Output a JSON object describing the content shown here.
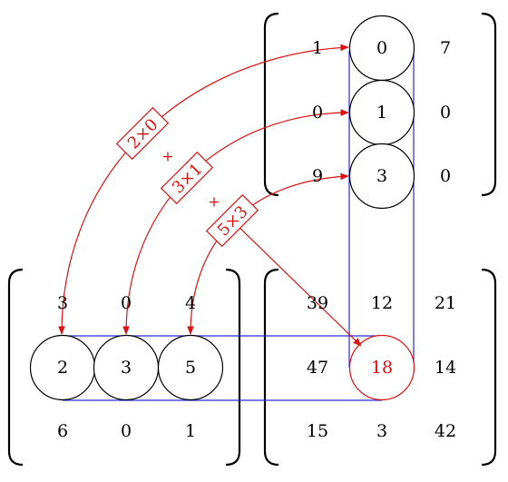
{
  "colors": {
    "highlight": "#dd1111",
    "band": "#2a2ad6",
    "ink": "#000000"
  },
  "matrix_b": {
    "rows": [
      [
        "1",
        "0",
        "7"
      ],
      [
        "0",
        "1",
        "0"
      ],
      [
        "9",
        "3",
        "0"
      ]
    ]
  },
  "matrix_a": {
    "rows": [
      [
        "3",
        "0",
        "4"
      ],
      [
        "2",
        "3",
        "5"
      ],
      [
        "6",
        "0",
        "1"
      ]
    ]
  },
  "matrix_c": {
    "rows": [
      [
        "39",
        "12",
        "21"
      ],
      [
        "47",
        "18",
        "14"
      ],
      [
        "15",
        "3",
        "42"
      ]
    ]
  },
  "products": [
    "2×0",
    "3×1",
    "5×3"
  ],
  "plus_sign": "+"
}
